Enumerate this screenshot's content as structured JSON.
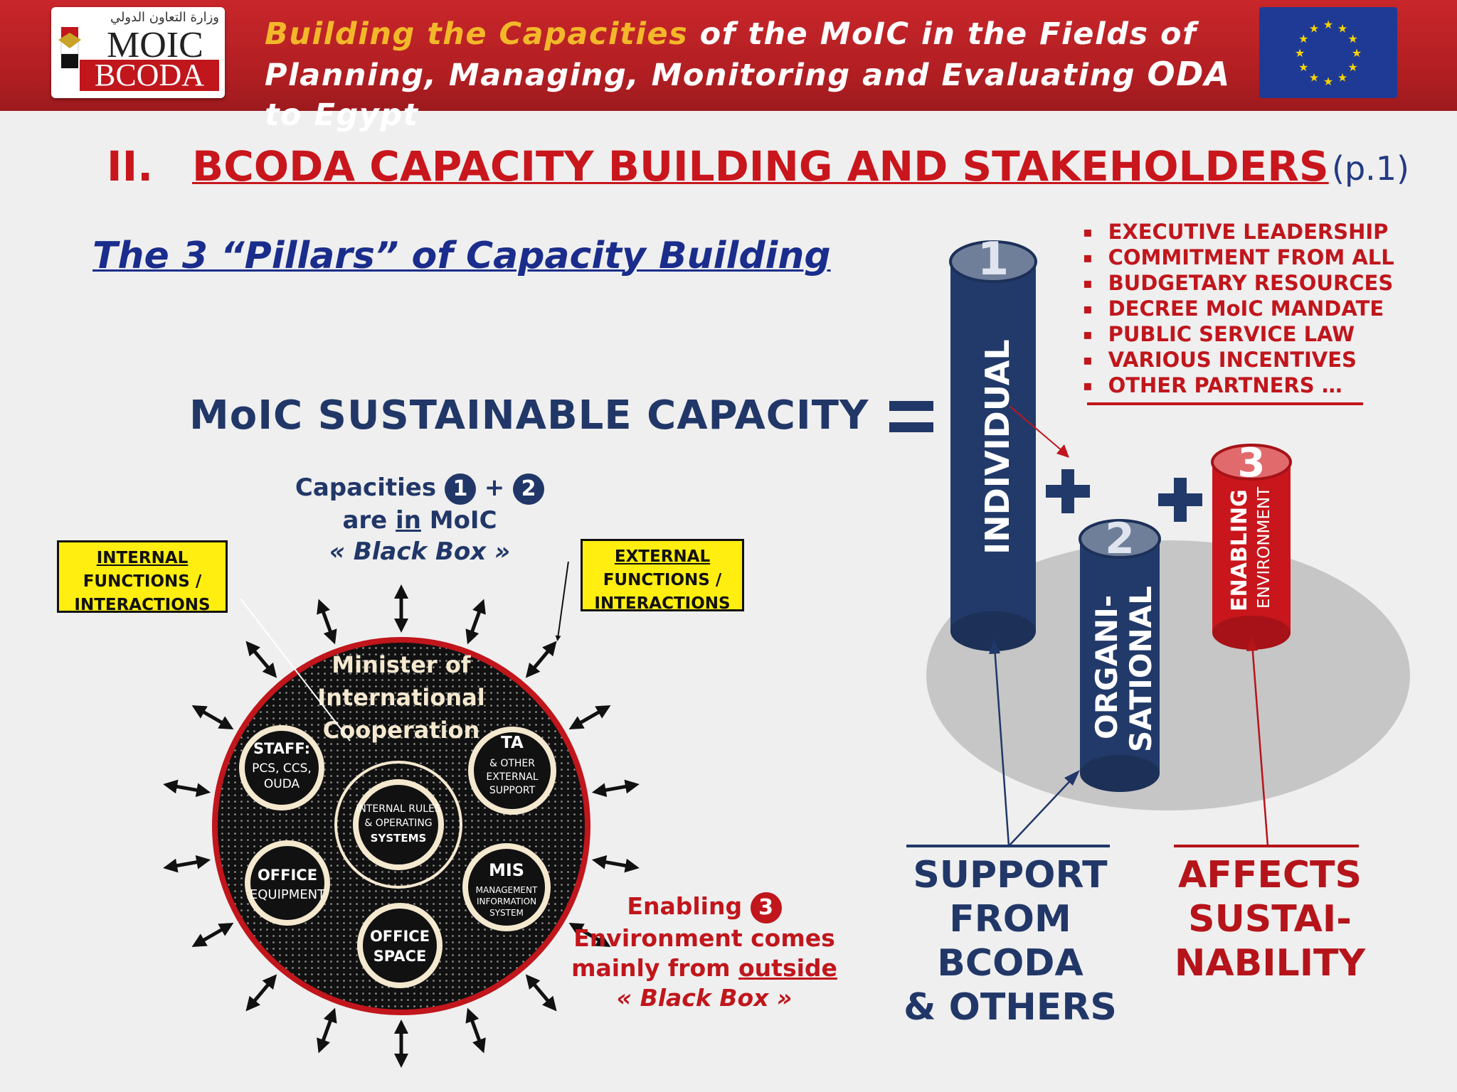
{
  "header": {
    "logo_arabic": "وزارة التعاون الدولي",
    "logo_moic": "MOIC",
    "logo_bcoda": "BCODA",
    "title_highlight": "Building the Capacities",
    "title_rest1": " of the MoIC in the Fields of",
    "title_line2a": "Planning, Managing, Monitoring and Evaluating ",
    "title_oda": "ODA",
    "title_line2b": " to Egypt"
  },
  "section": {
    "number": "II.",
    "title": "BCODA CAPACITY BUILDING AND STAKEHOLDERS",
    "page": "(p.1)"
  },
  "pillars_title": "The 3 “Pillars” of Capacity Building",
  "equation_left": "MoIC SUSTAINABLE CAPACITY",
  "enabling_factors": [
    "EXECUTIVE  LEADERSHIP",
    "COMMITMENT FROM ALL",
    "BUDGETARY RESOURCES",
    "DECREE MoIC MANDATE",
    "PUBLIC  SERVICE  LAW",
    "VARIOUS INCENTIVES",
    "OTHER PARTNERS …"
  ],
  "pillars": {
    "p1_num": "1",
    "p1_label": "INDIVIDUAL",
    "p2_num": "2",
    "p2_label_a": "ORGANI-",
    "p2_label_b": "SATIONAL",
    "p3_num": "3",
    "p3_label_a": "ENABLING",
    "p3_label_b": "ENVIRONMENT",
    "plus": "+"
  },
  "capacities_note": {
    "line1": "Capacities",
    "n1": "1",
    "plus": "+",
    "n2": "2",
    "line2a": "are ",
    "line2b": "in",
    "line2c": " MoIC",
    "line3": "« Black Box »"
  },
  "internal_box": {
    "l1": "INTERNAL",
    "l2": "FUNCTIONS /",
    "l3": "INTERACTIONS"
  },
  "external_box": {
    "l1": "EXTERNAL",
    "l2": "FUNCTIONS /",
    "l3": "INTERACTIONS"
  },
  "circle": {
    "title1": "Minister of",
    "title2": "International",
    "title3": "Cooperation",
    "staff": [
      "STAFF:",
      "PCS, CCS,",
      "OUDA"
    ],
    "ta": [
      "TA",
      "& OTHER",
      "EXTERNAL",
      "SUPPORT"
    ],
    "rules": [
      "INTERNAL RULES",
      "& OPERATING",
      "SYSTEMS"
    ],
    "office_equipment": [
      "OFFICE",
      "EQUIPMENT"
    ],
    "mis": [
      "MIS",
      "MANAGEMENT",
      "INFORMATION",
      "SYSTEM"
    ],
    "office_space": [
      "OFFICE",
      "SPACE"
    ]
  },
  "enabling_note": {
    "l1": "Enabling",
    "n3": "3",
    "l2": "Environment comes",
    "l3a": "mainly from ",
    "l3b": "outside",
    "l4": "« Black Box »"
  },
  "support": [
    "SUPPORT",
    "FROM",
    "BCODA",
    "& OTHERS"
  ],
  "affects": [
    "AFFECTS",
    "SUSTAI-",
    "NABILITY"
  ],
  "colors": {
    "navy": "#213768",
    "red": "#c0161c",
    "header_red": "#b01e22",
    "yellow_box": "#ffee10"
  }
}
